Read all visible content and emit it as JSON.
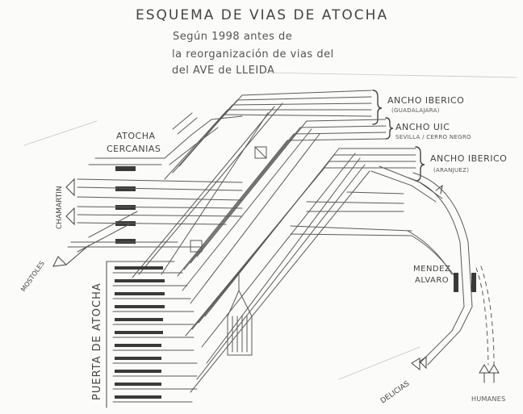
{
  "title": "ESQUEMA DE VIAS DE ATOCHA",
  "subtitle_lines": [
    "Según 1998 antes de",
    "la reorganización de vias del",
    "del AVE de LLEIDA"
  ],
  "labels": {
    "ancho_iberico_1": "ANCHO IBERICO",
    "ancho_iberico_1_sub": "(GUADALAJARA)",
    "ancho_uic": "ANCHO UIC",
    "ancho_uic_sub": "SEVILLA / CERRO NEGRO",
    "ancho_iberico_2": "ANCHO IBERICO",
    "ancho_iberico_2_sub": "(ARANJUEZ)",
    "atocha_cercanias_1": "ATOCHA",
    "atocha_cercanias_2": "CERCANIAS",
    "chamartin": "CHAMARTIN",
    "mostoles": "MOSTOLES",
    "puerta_de_atocha": "PUERTA DE ATOCHA",
    "mendez_alvaro_1": "MENDEZ",
    "mendez_alvaro_2": "ALVARO",
    "delicias": "DELICIAS",
    "humanes": "HUMANES"
  },
  "colors": {
    "pencil": "#5a5a5a",
    "pencil_light": "#8a8a8a",
    "fill": "#3a3a3a"
  }
}
